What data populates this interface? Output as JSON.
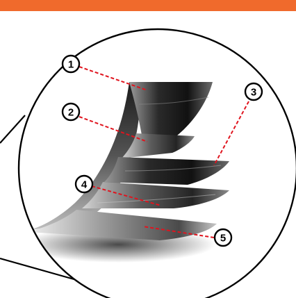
{
  "callouts": [
    {
      "number": "1"
    },
    {
      "number": "2"
    },
    {
      "number": "3"
    },
    {
      "number": "4"
    },
    {
      "number": "5"
    }
  ],
  "colors": {
    "top_bar": "#f06a2c",
    "leader_line": "#e0141e",
    "circle_stroke": "#000000"
  }
}
